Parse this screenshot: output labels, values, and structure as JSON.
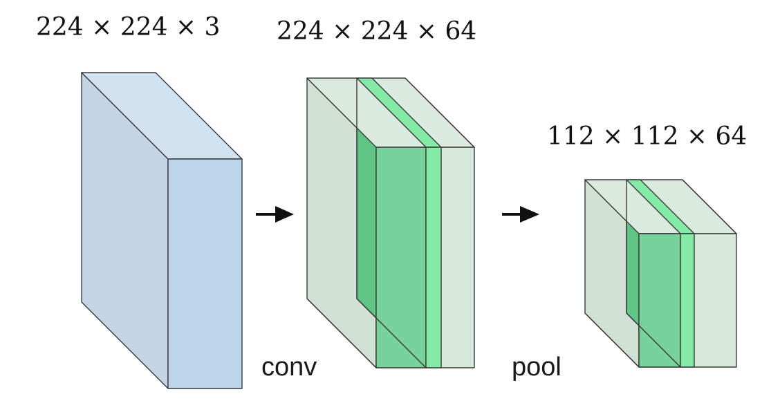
{
  "volumes": {
    "input": {
      "shape_label": "224 × 224 × 3"
    },
    "conv_output": {
      "shape_label": "224 × 224 × 64"
    },
    "pool_output": {
      "shape_label": "112 × 112 × 64"
    }
  },
  "operations": {
    "conv": {
      "label": "conv"
    },
    "pool": {
      "label": "pool"
    }
  },
  "colors": {
    "input_front": "#bcd5eb",
    "input_side": "#c4d4e6",
    "input_top": "#d2e2f0",
    "output_front": "#d6e8dc",
    "output_side": "#d0e0d4",
    "output_top": "#dbeadf",
    "slice_front": "#6ecf92",
    "slice_side": "#5fc585",
    "slice_top": "#7fdaa0",
    "slice_highlight": "#84eaa6",
    "edge": "#3a3a3a"
  }
}
